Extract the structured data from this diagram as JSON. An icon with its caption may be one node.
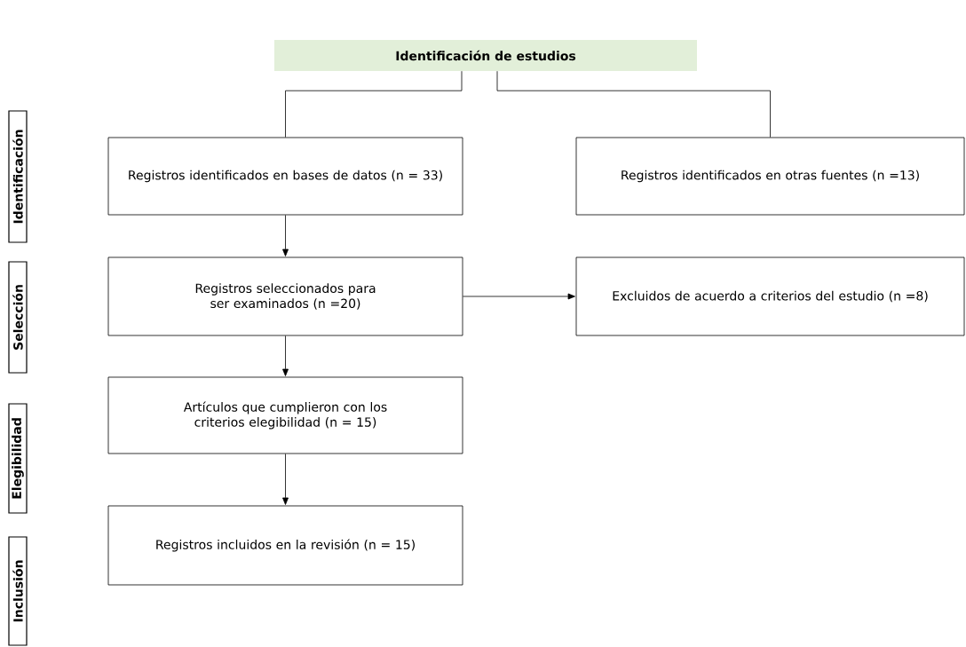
{
  "diagram": {
    "nodes": [
      {
        "text": [
          "Identificación de estudios"
        ]
      },
      {
        "text": [
          "Identificación"
        ]
      },
      {
        "text": [
          "Registros identificados en bases de datos (n = 33)"
        ]
      },
      {
        "text": [
          "Registros identificados en otras fuentes (n =13)"
        ]
      },
      {
        "text": [
          "Selección"
        ]
      },
      {
        "text": [
          "Registros seleccionados para ser examinados (n =20)"
        ]
      },
      {
        "text": [
          "Excluidos de acuerdo a criterios del estudio (n =8)"
        ]
      },
      {
        "text": [
          "Elegibilidad"
        ]
      },
      {
        "text": [
          "Artículos que cumplieron con los criterios elegibilidad (n = 15)"
        ]
      },
      {
        "text": [
          "Inclusión"
        ]
      },
      {
        "text": [
          "Registros incluidos en la revisión (n = 15)"
        ]
      }
    ],
    "edges": [
      {
        "from": 0,
        "to": 2,
        "arrow": "none"
      },
      {
        "from": 0,
        "to": 3,
        "arrow": "none"
      },
      {
        "from": 2,
        "to": 5,
        "arrow": "to"
      },
      {
        "from": 5,
        "to": 6,
        "arrow": "to"
      },
      {
        "from": 5,
        "to": 8,
        "arrow": "to"
      },
      {
        "from": 8,
        "to": 10,
        "arrow": "to"
      }
    ]
  }
}
